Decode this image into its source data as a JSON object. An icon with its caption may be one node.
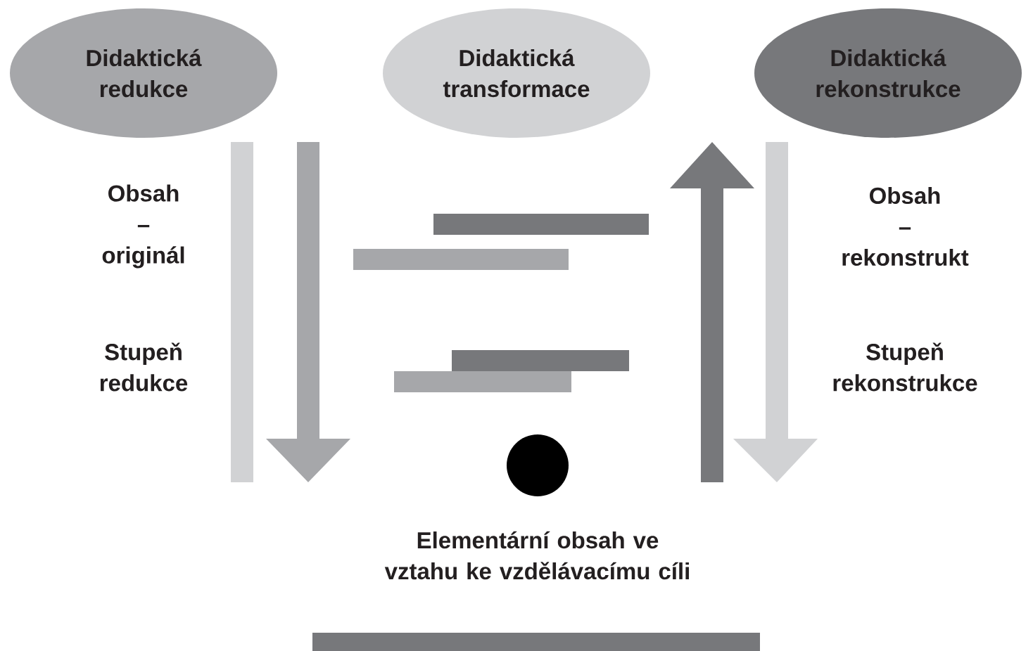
{
  "diagram": {
    "nodes": [
      {
        "text": [
          "Didaktická redukce"
        ]
      },
      {
        "text": [
          "Didaktická transformace"
        ]
      },
      {
        "text": [
          "Didaktická rekonstrukce"
        ]
      }
    ],
    "labels": [
      "Obsah – originál",
      "Obsah – rekonstrukt",
      "Stupeň redukce",
      "Stupeň rekonstrukce",
      "Elementární obsah ve vztahu ke vzdělávacímu cíli"
    ]
  }
}
